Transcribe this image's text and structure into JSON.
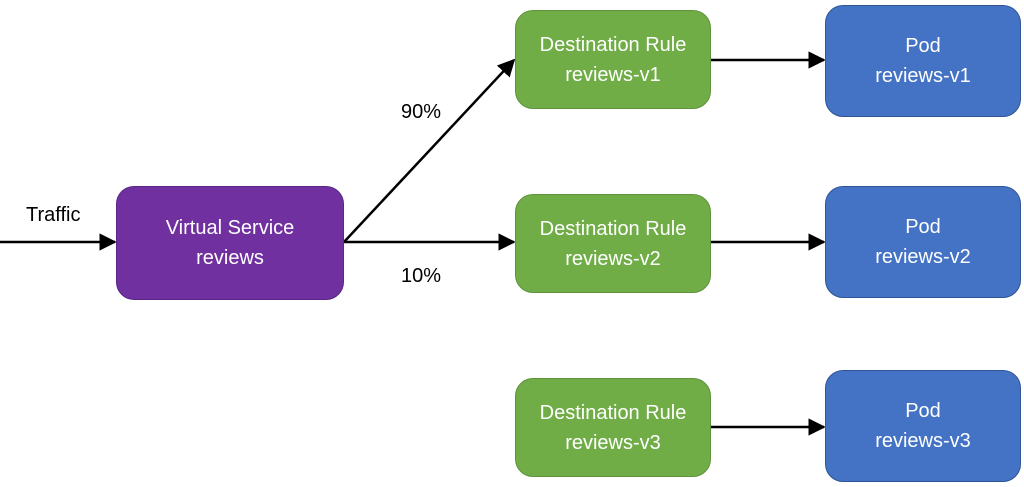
{
  "traffic_label": "Traffic",
  "virtual_service": {
    "line1": "Virtual Service",
    "line2": "reviews"
  },
  "destination_rules": [
    {
      "line1": "Destination Rule",
      "line2": "reviews-v1"
    },
    {
      "line1": "Destination Rule",
      "line2": "reviews-v2"
    },
    {
      "line1": "Destination Rule",
      "line2": "reviews-v3"
    }
  ],
  "pods": [
    {
      "line1": "Pod",
      "line2": "reviews-v1"
    },
    {
      "line1": "Pod",
      "line2": "reviews-v2"
    },
    {
      "line1": "Pod",
      "line2": "reviews-v3"
    }
  ],
  "weights": {
    "v1": "90%",
    "v2": "10%"
  },
  "colors": {
    "virtual_service": "#7030a0",
    "destination_rule": "#70ad47",
    "pod": "#4472c4",
    "arrow": "#000000"
  }
}
